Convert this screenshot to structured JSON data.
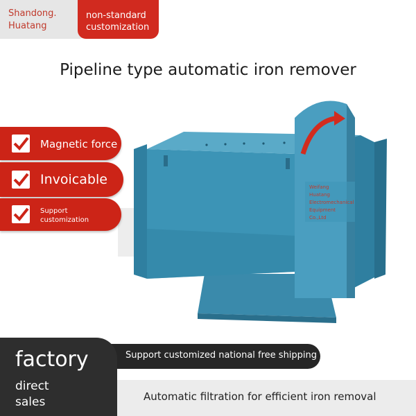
{
  "brand": {
    "line1": "Shandong.",
    "line2": "Huatang"
  },
  "customization_tag": {
    "line1": "non-standard",
    "line2": "customization"
  },
  "title": "Pipeline type automatic iron remover",
  "features": [
    {
      "label": "Magnetic force"
    },
    {
      "label": "Invoicable"
    },
    {
      "label": "Support",
      "label2": "customization"
    }
  ],
  "nameplate": {
    "lines": [
      "Weifang",
      "Huatang",
      "Electromechanical",
      "Equipment",
      "Co.,Ltd"
    ]
  },
  "factory": {
    "big": "factory",
    "line2": "direct",
    "line3": "sales"
  },
  "shipping_text": "Support customized national free shipping",
  "filtration_text": "Automatic filtration for efficient iron removal",
  "colors": {
    "accent_red": "#cc2417",
    "machine_blue": "#3a8fae",
    "dark_bar": "#262626"
  }
}
